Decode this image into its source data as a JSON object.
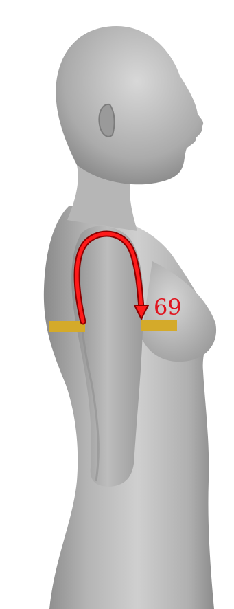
{
  "figure": {
    "measurement_value": "69",
    "colors": {
      "background": "#ffffff",
      "body_light": "#d2d2d2",
      "body_mid": "#a9a9a9",
      "body_dark": "#7a7a7a",
      "arrow": "#ff1a1a",
      "arrow_outline": "#8a0000",
      "marker_band": "#d4aa2a",
      "label": "#e0141e"
    },
    "elements": {
      "figure_shape": "female-torso-profile",
      "arrow_icon": "curved-arrow-down-icon",
      "marker": "measurement-line-marker"
    }
  }
}
